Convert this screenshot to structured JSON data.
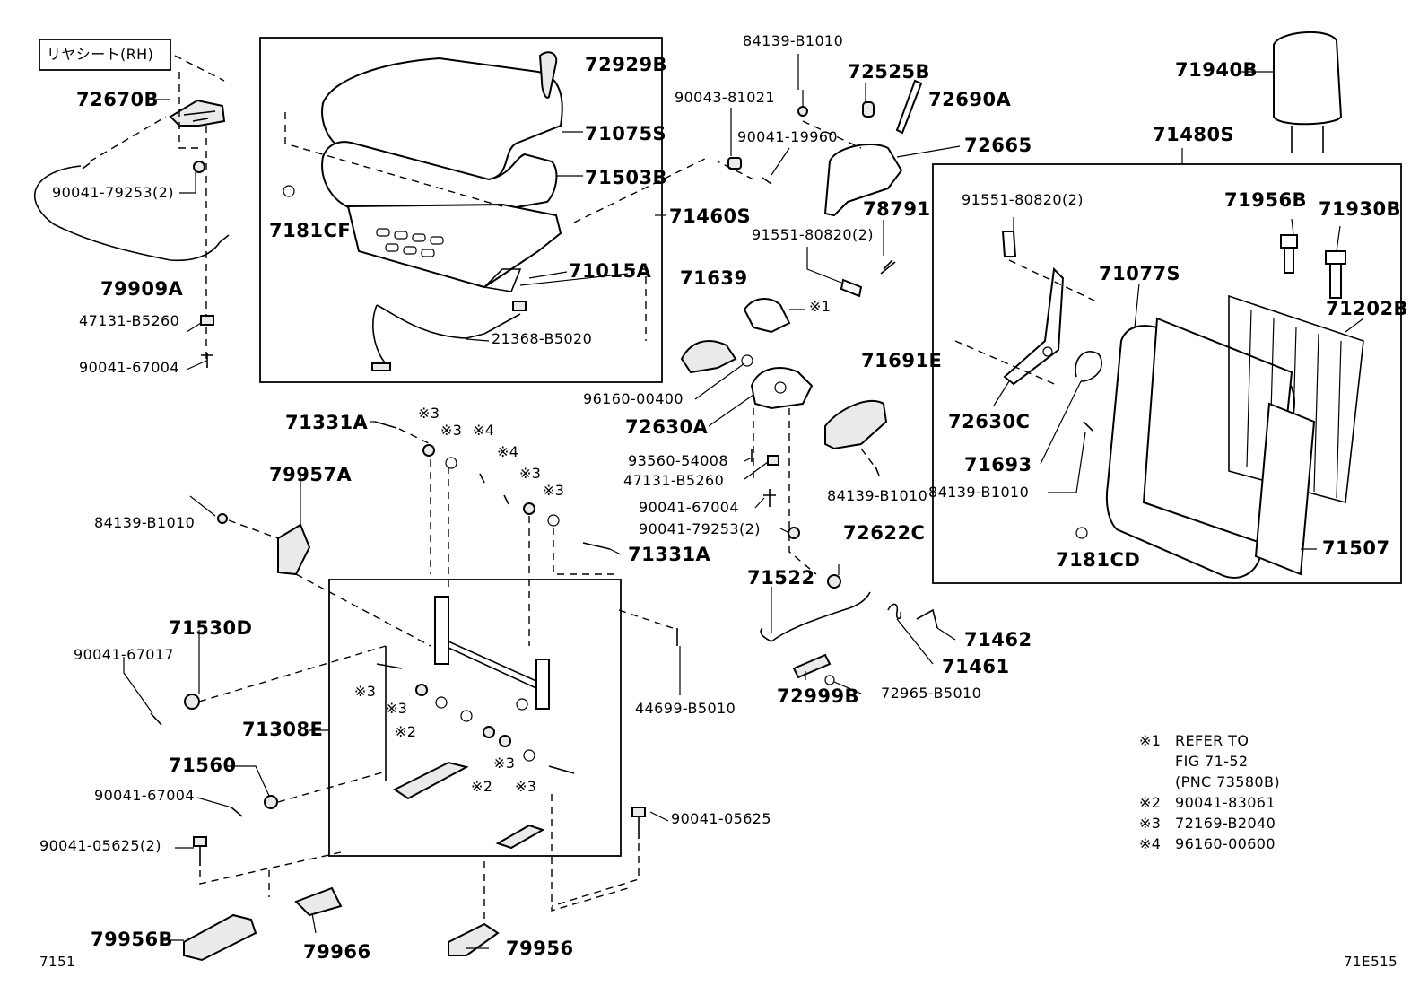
{
  "header_tag": "リヤシート(RH)",
  "labels": {
    "p72670B": "72670B",
    "p90041_79253_2_a": "90041-79253(2)",
    "p79909A": "79909A",
    "p47131_B5260_a": "47131-B5260",
    "p90041_67004_a": "90041-67004",
    "p72929B": "72929B",
    "p71075S": "71075S",
    "p71503B": "71503B",
    "p71460S": "71460S",
    "p7181CF": "7181CF",
    "p71015A": "71015A",
    "p21368_B5020": "21368-B5020",
    "p84139_B1010_top": "84139-B1010",
    "p72525B": "72525B",
    "p72690A": "72690A",
    "p90043_81021": "90043-81021",
    "p90041_19960": "90041-19960",
    "p72665": "72665",
    "p78791": "78791",
    "p91551_80820_2_a": "91551-80820(2)",
    "p71639": "71639",
    "ref1_tag": "※1",
    "p96160_00400": "96160-00400",
    "p72630A": "72630A",
    "p71691E": "71691E",
    "p93560_54008": "93560-54008",
    "p47131_B5260_b": "47131-B5260",
    "p90041_67004_b": "90041-67004",
    "p90041_79253_2_b": "90041-79253(2)",
    "p84139_B1010_mid": "84139-B1010",
    "p72622C": "72622C",
    "p71940B": "71940B",
    "p71480S": "71480S",
    "p91551_80820_2_b": "91551-80820(2)",
    "p71956B": "71956B",
    "p71930B": "71930B",
    "p71077S": "71077S",
    "p71202B": "71202B",
    "p72630C": "72630C",
    "p71693": "71693",
    "p84139_B1010_right": "84139-B1010",
    "p7181CD": "7181CD",
    "p71507": "71507",
    "p71331A_a": "71331A",
    "p71331A_b": "71331A",
    "p79957A": "79957A",
    "p84139_B1010_left": "84139-B1010",
    "p71530D": "71530D",
    "p90041_67017": "90041-67017",
    "p71308E": "71308E",
    "p71560": "71560",
    "p90041_67004_c": "90041-67004",
    "p90041_05625_2": "90041-05625(2)",
    "p79956B": "79956B",
    "p79966": "79966",
    "p79956": "79956",
    "p90041_05625": "90041-05625",
    "p44699_B5010": "44699-B5010",
    "p71522": "71522",
    "p72999B": "72999B",
    "p72965_B5010": "72965-B5010",
    "p71462": "71462",
    "p71461": "71461",
    "m3_a": "※3",
    "m3_b": "※3",
    "m4_a": "※4",
    "m4_b": "※4",
    "m3_c": "※3",
    "m3_d": "※3",
    "m3_e": "※3",
    "m3_f": "※3",
    "m2_a": "※2",
    "m3_g": "※3",
    "m2_b": "※2",
    "m3_h": "※3"
  },
  "legend": {
    "r1_mark": "※1",
    "r1_line1": "REFER TO",
    "r1_line2": "FIG 71-52",
    "r1_line3": "(PNC 73580B)",
    "r2_mark": "※2",
    "r2_text": "90041-83061",
    "r3_mark": "※3",
    "r3_text": "72169-B2040",
    "r4_mark": "※4",
    "r4_text": "96160-00600"
  },
  "footer": {
    "left_code": "7151",
    "right_code": "71E515"
  }
}
